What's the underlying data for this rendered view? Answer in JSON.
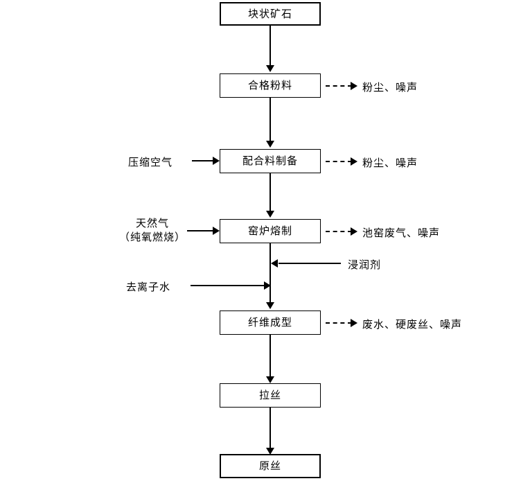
{
  "diagram": {
    "title": "",
    "type": "process-flow",
    "nodes": [
      {
        "id": "n1",
        "label": "块状矿石"
      },
      {
        "id": "n2",
        "label": "合格粉料"
      },
      {
        "id": "n3",
        "label": "配合料制备"
      },
      {
        "id": "n4",
        "label": "窑炉熔制"
      },
      {
        "id": "n5",
        "label": "纤维成型"
      },
      {
        "id": "n6",
        "label": "拉丝"
      },
      {
        "id": "n7",
        "label": "原丝"
      }
    ],
    "inputs": [
      {
        "id": "i1",
        "label": "压缩空气",
        "target": "n3"
      },
      {
        "id": "i2",
        "label_line1": "天然气",
        "label_line2": "（纯氧燃烧）",
        "target": "n4"
      },
      {
        "id": "i3",
        "label": "浸润剂",
        "target": "n5"
      },
      {
        "id": "i4",
        "label": "去离子水",
        "target": "n5"
      }
    ],
    "outputs": [
      {
        "id": "o1",
        "label": "粉尘、噪声",
        "source": "n2"
      },
      {
        "id": "o2",
        "label": "粉尘、噪声",
        "source": "n3"
      },
      {
        "id": "o3",
        "label": "池窑废气、噪声",
        "source": "n4"
      },
      {
        "id": "o4",
        "label": "废水、硬废丝、噪声",
        "source": "n5"
      }
    ],
    "colors": {
      "stroke": "#000000",
      "fill": "#ffffff",
      "text": "#000000"
    }
  }
}
